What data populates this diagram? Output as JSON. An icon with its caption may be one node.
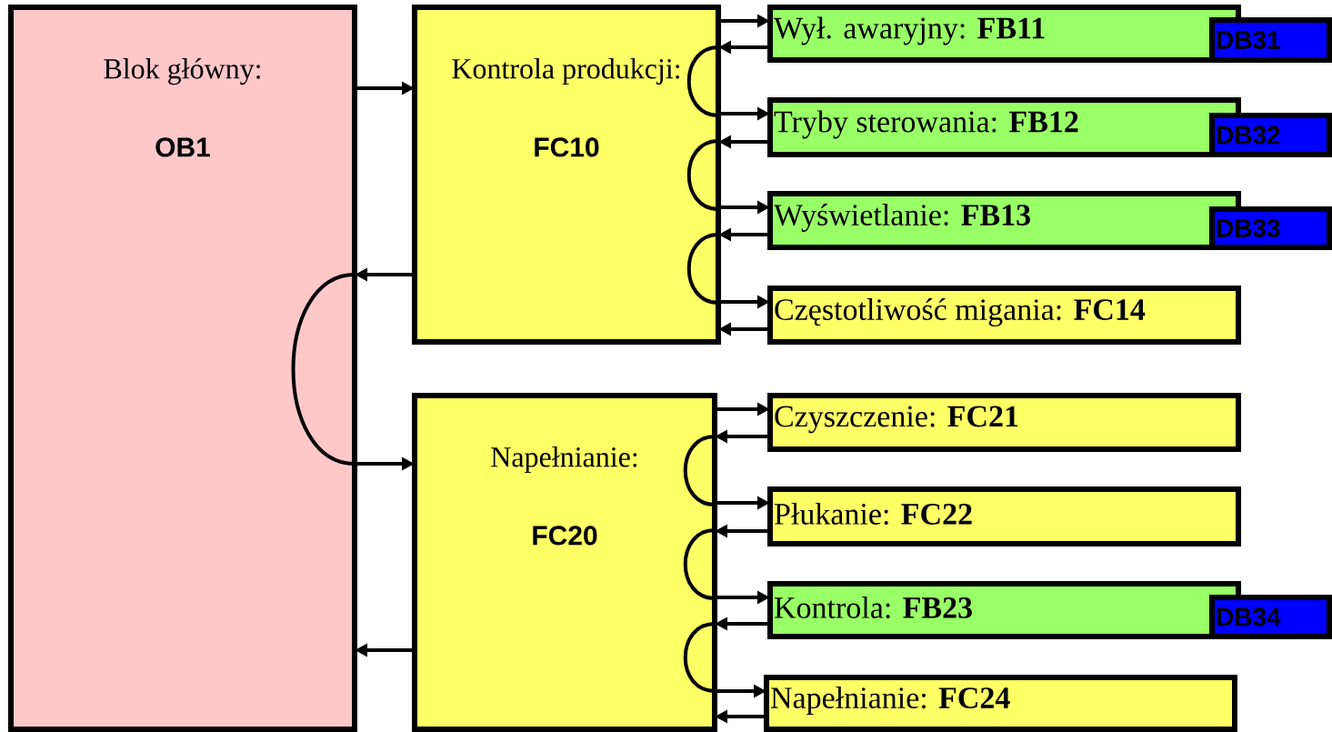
{
  "diagram": {
    "nodes": [
      {
        "text": [
          "Blok główny:",
          "OB1"
        ]
      },
      {
        "text": [
          "Kontrola produkcji:",
          "FC10"
        ]
      },
      {
        "text": [
          "Wył. awaryjny: **FB11**"
        ]
      },
      {
        "text": [
          "DB31"
        ]
      },
      {
        "text": [
          "Tryby sterowania: **FB12**"
        ]
      },
      {
        "text": [
          "DB32"
        ]
      },
      {
        "text": [
          "Wyświetlanie: **FB13**"
        ]
      },
      {
        "text": [
          "DB33"
        ]
      },
      {
        "text": [
          "Częstotliwość migania: **FC14**"
        ]
      },
      {
        "text": [
          "Napełnianie:",
          "FC20"
        ]
      },
      {
        "text": [
          "Czyszczenie: **FC21**"
        ]
      },
      {
        "text": [
          "Płukanie: **FC22**"
        ]
      },
      {
        "text": [
          "Kontrola: **FB23**"
        ]
      },
      {
        "text": [
          "DB34"
        ]
      },
      {
        "text": [
          "Napełnianie: **FC24**"
        ]
      }
    ],
    "edges": [
      {
        "from": 0,
        "to": 1,
        "arrow": "to"
      },
      {
        "from": 1,
        "to": 0,
        "arrow": "to"
      },
      {
        "from": 0,
        "to": 9,
        "arrow": "to"
      },
      {
        "from": 9,
        "to": 0,
        "arrow": "to"
      },
      {
        "from": 1,
        "to": 2,
        "arrow": "to"
      },
      {
        "from": 2,
        "to": 1,
        "arrow": "to"
      },
      {
        "from": 1,
        "to": 4,
        "arrow": "to"
      },
      {
        "from": 4,
        "to": 1,
        "arrow": "to"
      },
      {
        "from": 1,
        "to": 6,
        "arrow": "to"
      },
      {
        "from": 6,
        "to": 1,
        "arrow": "to"
      },
      {
        "from": 1,
        "to": 8,
        "arrow": "to"
      },
      {
        "from": 8,
        "to": 1,
        "arrow": "to"
      },
      {
        "from": 9,
        "to": 10,
        "arrow": "to"
      },
      {
        "from": 10,
        "to": 9,
        "arrow": "to"
      },
      {
        "from": 9,
        "to": 11,
        "arrow": "to"
      },
      {
        "from": 11,
        "to": 9,
        "arrow": "to"
      },
      {
        "from": 9,
        "to": 12,
        "arrow": "to"
      },
      {
        "from": 12,
        "to": 9,
        "arrow": "to"
      },
      {
        "from": 9,
        "to": 14,
        "arrow": "to"
      },
      {
        "from": 14,
        "to": 9,
        "arrow": "to"
      }
    ]
  }
}
